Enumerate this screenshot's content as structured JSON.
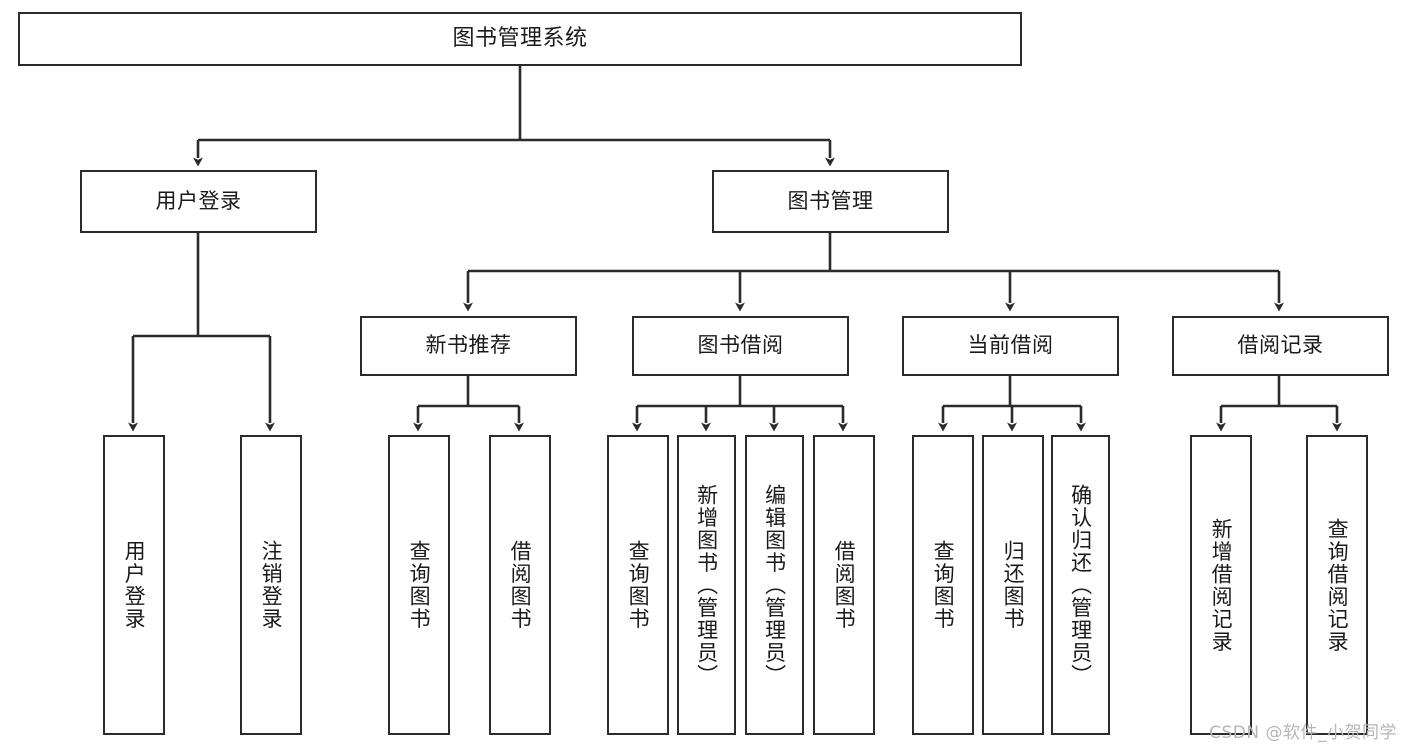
{
  "diagram": {
    "title": "图书管理系统",
    "type": "tree",
    "orientation": "top-down",
    "colors": {
      "box_border": "#2b2b2b",
      "box_fill": "#ffffff",
      "edge": "#2b2b2b",
      "text": "#1a1a1a",
      "watermark": "#b6b6b6",
      "background": "#ffffff"
    },
    "root": {
      "label": "图书管理系统"
    },
    "level2": [
      {
        "label": "用户登录"
      },
      {
        "label": "图书管理"
      }
    ],
    "level3": [
      {
        "label": "新书推荐"
      },
      {
        "label": "图书借阅"
      },
      {
        "label": "当前借阅"
      },
      {
        "label": "借阅记录"
      }
    ],
    "leaves": {
      "user_login": [
        {
          "label": "用户登录"
        },
        {
          "label": "注销登录"
        }
      ],
      "new_book_recommend": [
        {
          "label": "查询图书"
        },
        {
          "label": "借阅图书"
        }
      ],
      "book_borrow": [
        {
          "label": "查询图书"
        },
        {
          "label": "新增图书（管理员）"
        },
        {
          "label": "编辑图书（管理员）"
        },
        {
          "label": "借阅图书"
        }
      ],
      "current_borrow": [
        {
          "label": "查询图书"
        },
        {
          "label": "归还图书"
        },
        {
          "label": "确认归还（管理员）"
        }
      ],
      "borrow_record": [
        {
          "label": "新增借阅记录"
        },
        {
          "label": "查询借阅记录"
        }
      ]
    }
  },
  "watermark": {
    "text": "CSDN @软件_小贺同学"
  }
}
